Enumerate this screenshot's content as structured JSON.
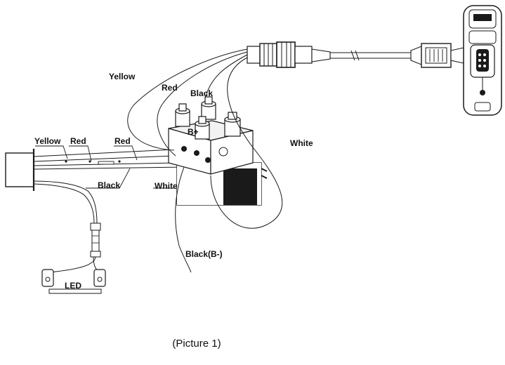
{
  "diagram": {
    "labels": {
      "yellow_top": "Yellow",
      "red_top": "Red",
      "black_top": "Black",
      "b_plus": "B+",
      "white_right": "White",
      "yellow_left": "Yellow",
      "red_left_1": "Red",
      "red_left_2": "Red",
      "black_left": "Black",
      "white_left": "White",
      "black_b_minus": "Black(B-)",
      "led": "LED"
    },
    "caption": "(Picture 1)",
    "colors": {
      "line": "#1a1a1a",
      "fill_light": "#f2f2f2",
      "fill_dark": "#1a1a1a"
    }
  }
}
